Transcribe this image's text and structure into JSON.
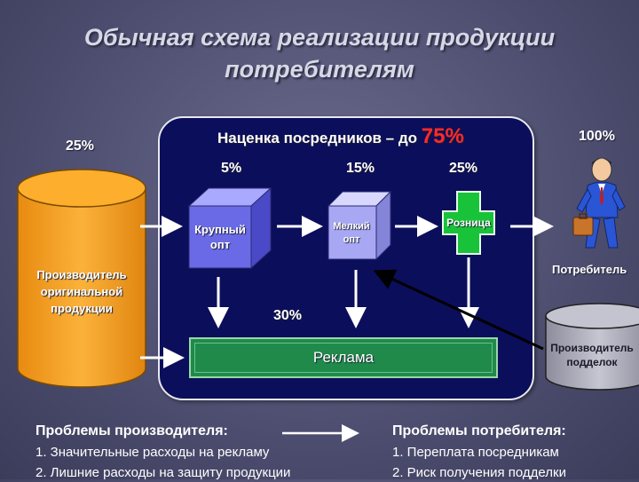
{
  "title": {
    "line1": "Обычная схема реализации продукции",
    "line2": "потребителям"
  },
  "producer": {
    "percent": "25%",
    "label_l1": "Производитель",
    "label_l2": "оригинальной",
    "label_l3": "продукции"
  },
  "markup": {
    "label": "Наценка посредников – до ",
    "value": "75%"
  },
  "wholesale": {
    "percent": "5%",
    "label_l1": "Крупный",
    "label_l2": "опт"
  },
  "small_wholesale": {
    "percent": "15%",
    "label_l1": "Мелкий",
    "label_l2": "опт"
  },
  "retail": {
    "percent": "25%",
    "label": "Розница"
  },
  "advertising": {
    "percent": "30%",
    "label": "Реклама"
  },
  "consumer": {
    "percent": "100%",
    "label": "Потребитель"
  },
  "counterfeit": {
    "label_l1": "Производитель",
    "label_l2": "подделок"
  },
  "problems_producer": {
    "heading": "Проблемы производителя:",
    "items": [
      "1.  Значительные расходы на рекламу",
      "2.  Лишние расходы на защиту продукции"
    ]
  },
  "problems_consumer": {
    "heading": "Проблемы потребителя:",
    "items": [
      "1.  Переплата посредникам",
      "2.  Риск получения подделки"
    ]
  },
  "colors": {
    "orange": "#f7a21b",
    "navy": "#0b0e5a",
    "green": "#1f8a4a",
    "bright_green": "#18c33a",
    "purple": "#6a6ae6"
  }
}
